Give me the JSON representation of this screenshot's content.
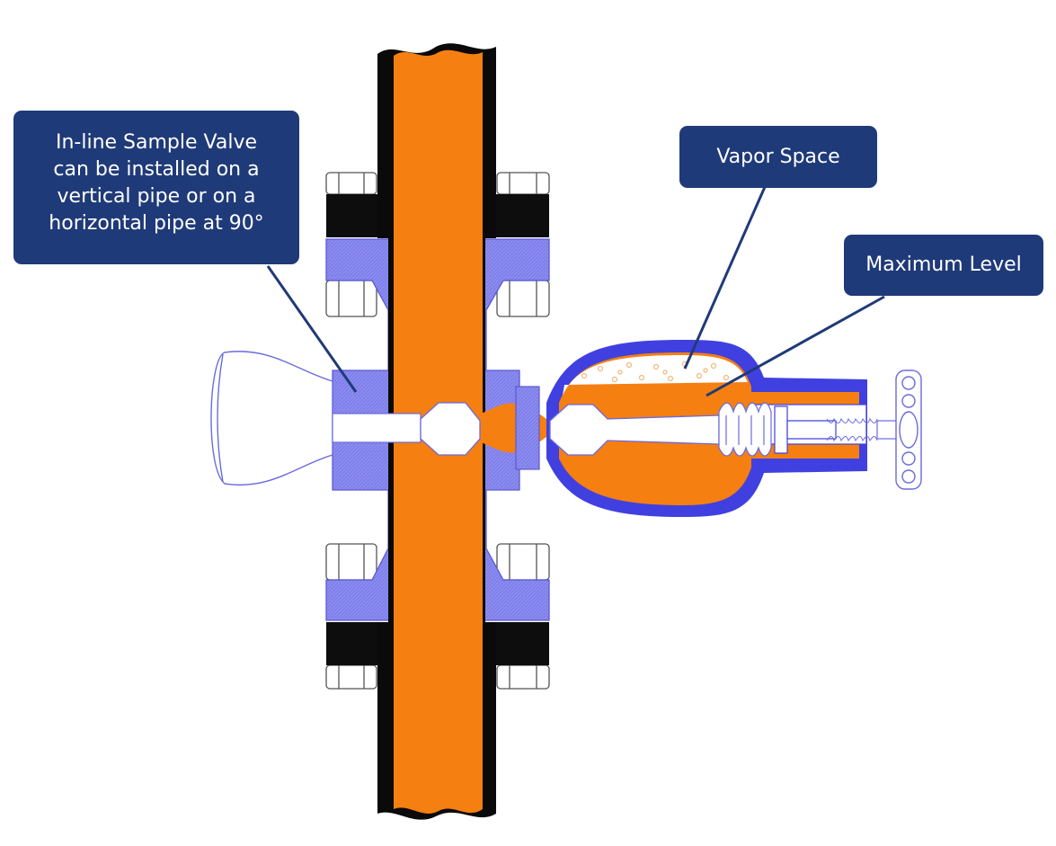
{
  "diagram": {
    "colors": {
      "pipe_fill": "#f57f10",
      "pipe_wall": "#0a0a0a",
      "flange": "#8c8cf0",
      "flange_outline": "#5a5ad2",
      "vessel_shell": "#4040e0",
      "callout_bg": "#1f3a78",
      "callout_text": "#ffffff",
      "leader": "#1f3a78",
      "vapor_bubbles": "#f2b87a"
    },
    "callouts": {
      "inline_valve": {
        "lines": [
          "In-line Sample Valve",
          "can be installed on a",
          "vertical pipe or on a",
          "horizontal pipe at 90°"
        ]
      },
      "vapor_space": {
        "label": "Vapor Space"
      },
      "maximum_level": {
        "label": "Maximum Level"
      }
    }
  }
}
